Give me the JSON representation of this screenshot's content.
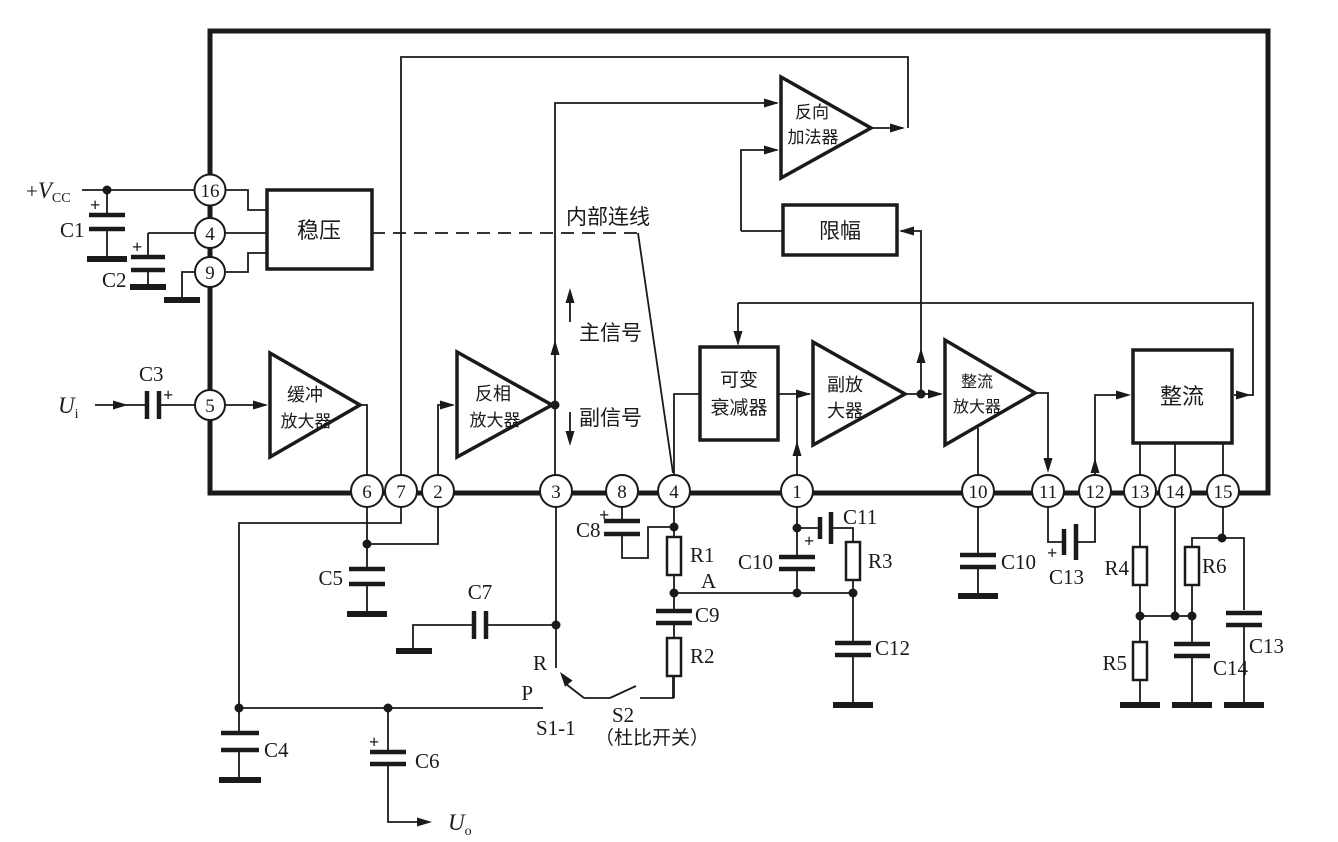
{
  "colors": {
    "ink": "#1a1a1a",
    "background": "#ffffff"
  },
  "power_rail": {
    "plus": "+",
    "v": "V",
    "sub": "CC"
  },
  "input_signal": {
    "u": "U",
    "sub": "i"
  },
  "output_signal": {
    "u": "U",
    "sub": "o"
  },
  "ic": {
    "left_pins": [
      "16",
      "4",
      "9"
    ],
    "bottom_pins": [
      "6",
      "7",
      "2",
      "3",
      "8",
      "4",
      "1",
      "10",
      "11",
      "12",
      "13",
      "14",
      "15"
    ]
  },
  "blocks": {
    "regulator": "稳压",
    "adder_l1": "反向",
    "adder_l2": "加法器",
    "limiter": "限幅",
    "buffer_l1": "缓冲",
    "buffer_l2": "放大器",
    "inverter_l1": "反相",
    "inverter_l2": "放大器",
    "attenuator_l1": "可变",
    "attenuator_l2": "衰减器",
    "subamp_l1": "副放",
    "subamp_l2": "大器",
    "rectamp_l1": "整流",
    "rectamp_l2": "放大器",
    "rectifier": "整流"
  },
  "annotations": {
    "internal_wiring": "内部连线",
    "main_signal": "主信号",
    "sub_signal": "副信号",
    "dolby_switch": "（杜比开关）",
    "switch_s1": "S1-1",
    "switch_s2": "S2",
    "node_a": "A",
    "contact_r": "R",
    "contact_p": "P",
    "plus": "+"
  },
  "components": {
    "c1": "C1",
    "c2": "C2",
    "c3": "C3",
    "c4": "C4",
    "c5": "C5",
    "c6": "C6",
    "c7": "C7",
    "c8": "C8",
    "c9": "C9",
    "c10_left": "C10",
    "c10_right": "C10",
    "c11": "C11",
    "c12": "C12",
    "c13_left": "C13",
    "c13_right": "C13",
    "c14": "C14",
    "r1": "R1",
    "r2": "R2",
    "r3": "R3",
    "r4": "R4",
    "r5": "R5",
    "r6": "R6"
  }
}
